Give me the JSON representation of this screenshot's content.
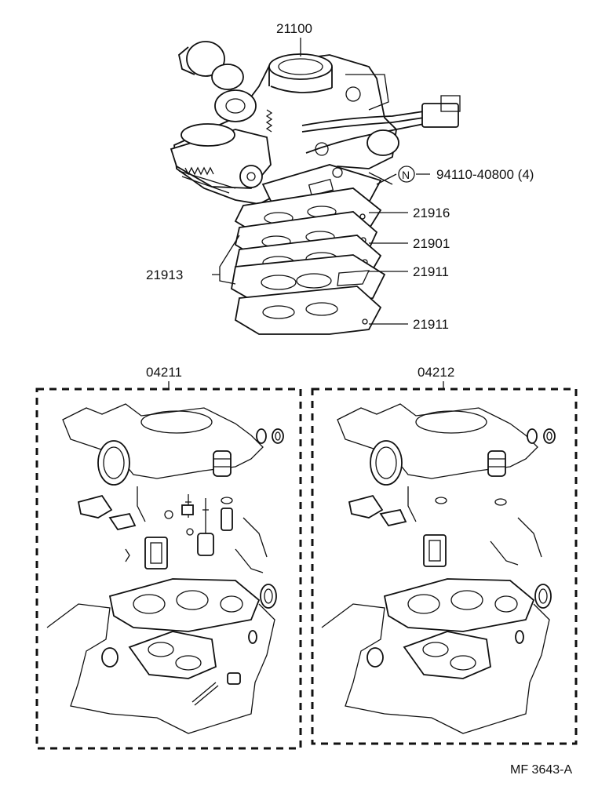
{
  "labels": {
    "carburetor_assy": "21100",
    "nut": "94110-40800 (4)",
    "nut_symbol": "N",
    "gasket_21916": "21916",
    "gasket_21901": "21901",
    "gasket_21913": "21913",
    "gasket_21911_upper": "21911",
    "gasket_21911_lower": "21911",
    "kit_left": "04211",
    "kit_right": "04212",
    "figure_code": "MF 3643-A"
  }
}
